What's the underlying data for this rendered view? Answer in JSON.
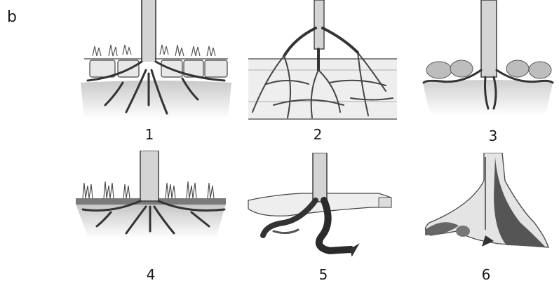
{
  "figure": {
    "panel_letter": "b",
    "items": [
      {
        "number": "1"
      },
      {
        "number": "2"
      },
      {
        "number": "3"
      },
      {
        "number": "4"
      },
      {
        "number": "5"
      },
      {
        "number": "6"
      }
    ]
  }
}
